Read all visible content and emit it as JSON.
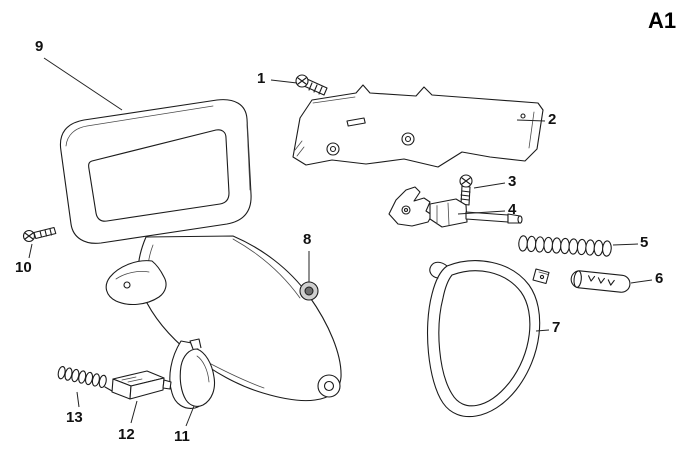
{
  "title": "A1",
  "callouts": [
    {
      "label": "1"
    },
    {
      "label": "2"
    },
    {
      "label": "3"
    },
    {
      "label": "4"
    },
    {
      "label": "5"
    },
    {
      "label": "6"
    },
    {
      "label": "7"
    },
    {
      "label": "8"
    },
    {
      "label": "9"
    },
    {
      "label": "10"
    },
    {
      "label": "11"
    },
    {
      "label": "12"
    },
    {
      "label": "13"
    }
  ],
  "colors": {
    "background": "#ffffff",
    "line": "#1c1c1c",
    "label_text": "#111111"
  }
}
